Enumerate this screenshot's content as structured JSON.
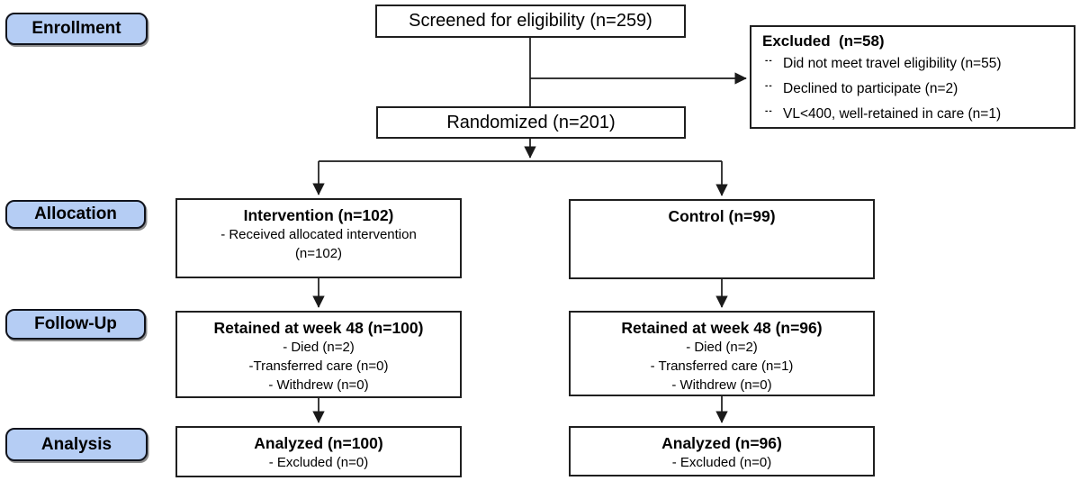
{
  "colors": {
    "stage_fill": "#b5cdf4",
    "stage_border": "#10131c",
    "box_border": "#1f1f1f",
    "line": "#1a1a1a",
    "text": "#000000"
  },
  "icons": {
    "item_bullet": "--"
  },
  "stages": [
    {
      "label": "Enrollment"
    },
    {
      "label": "Allocation"
    },
    {
      "label": "Follow-Up"
    },
    {
      "label": "Analysis"
    }
  ],
  "boxes": {
    "screened": {
      "title": "Screened for eligibility (n=259)"
    },
    "excluded": {
      "title": "Excluded  (n=58)",
      "items": [
        "Did not meet travel eligibility (n=55)",
        "Declined to participate (n=2)",
        "VL<400, well-retained in care (n=1)"
      ]
    },
    "randomized": {
      "title": "Randomized (n=201)"
    },
    "intervention": {
      "title": "Intervention (n=102)",
      "lines": [
        "- Received allocated intervention",
        "(n=102)"
      ]
    },
    "control": {
      "title": "Control (n=99)"
    },
    "retained_intervention": {
      "title": "Retained at week 48 (n=100)",
      "lines": [
        "- Died (n=2)",
        "-Transferred care (n=0)",
        "- Withdrew (n=0)"
      ]
    },
    "retained_control": {
      "title": "Retained at week 48 (n=96)",
      "lines": [
        "- Died (n=2)",
        "- Transferred care (n=1)",
        "- Withdrew (n=0)"
      ]
    },
    "analyzed_intervention": {
      "title": "Analyzed (n=100)",
      "lines": [
        "- Excluded (n=0)"
      ]
    },
    "analyzed_control": {
      "title": "Analyzed (n=96)",
      "lines": [
        "- Excluded (n=0)"
      ]
    }
  }
}
